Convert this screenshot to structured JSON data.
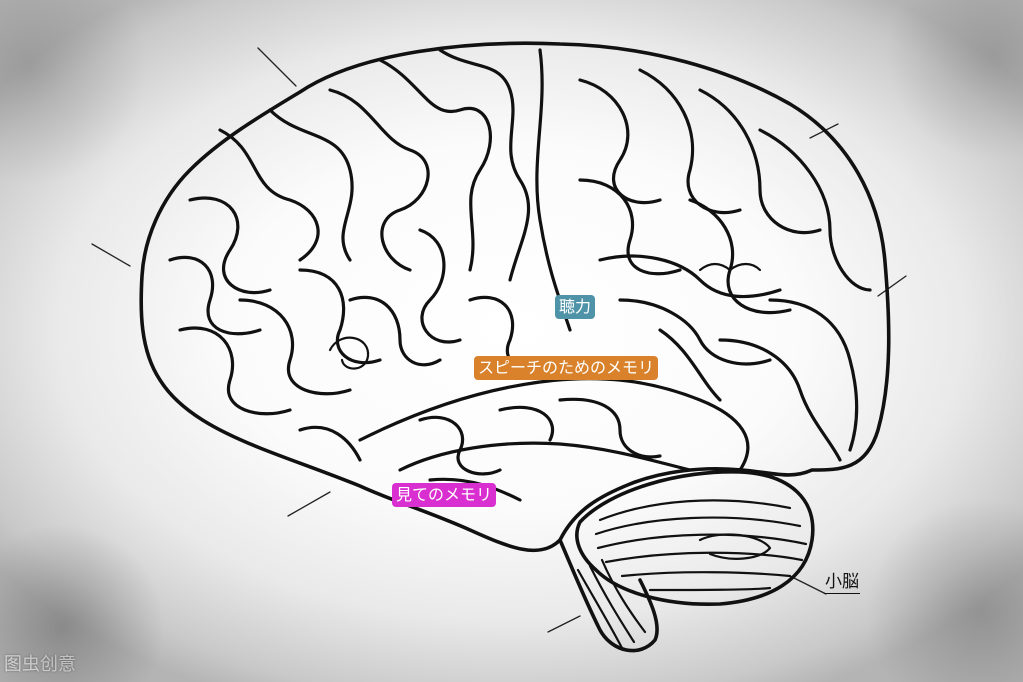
{
  "labels": {
    "hearing": {
      "text": "聴力",
      "color": "#4f93a8"
    },
    "speech_memory": {
      "text": "スピーチのためのメモリ",
      "color": "#d9822b"
    },
    "visual_memory": {
      "text": "見てのメモリ",
      "color": "#d92fd0"
    }
  },
  "callout": {
    "cerebellum": "小脳"
  },
  "watermark": "图虫创意"
}
